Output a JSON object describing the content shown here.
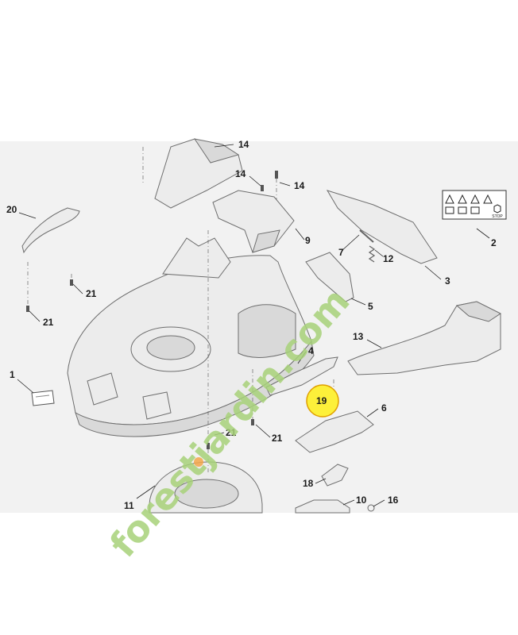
{
  "diagram": {
    "part_labels": [
      "14",
      "14",
      "14",
      "20",
      "9",
      "2",
      "7",
      "12",
      "21",
      "21",
      "3",
      "5",
      "13",
      "4",
      "1",
      "19",
      "6",
      "21",
      "21",
      "11",
      "18",
      "10",
      "16"
    ],
    "highlighted_part": "19",
    "highlight_color": "#f0e000",
    "watermark": {
      "text": "forestjardin.com",
      "color": "#a8d27a",
      "dot_color": "#f4a74a"
    },
    "warning_decal_icons": [
      "warning-triangle-icon",
      "hand-blade-icon",
      "debris-icon",
      "ear-protection-icon",
      "manual-book-icon",
      "keep-away-icon",
      "bystander-icon",
      "stop-icon"
    ],
    "stop_text": "STOP"
  }
}
